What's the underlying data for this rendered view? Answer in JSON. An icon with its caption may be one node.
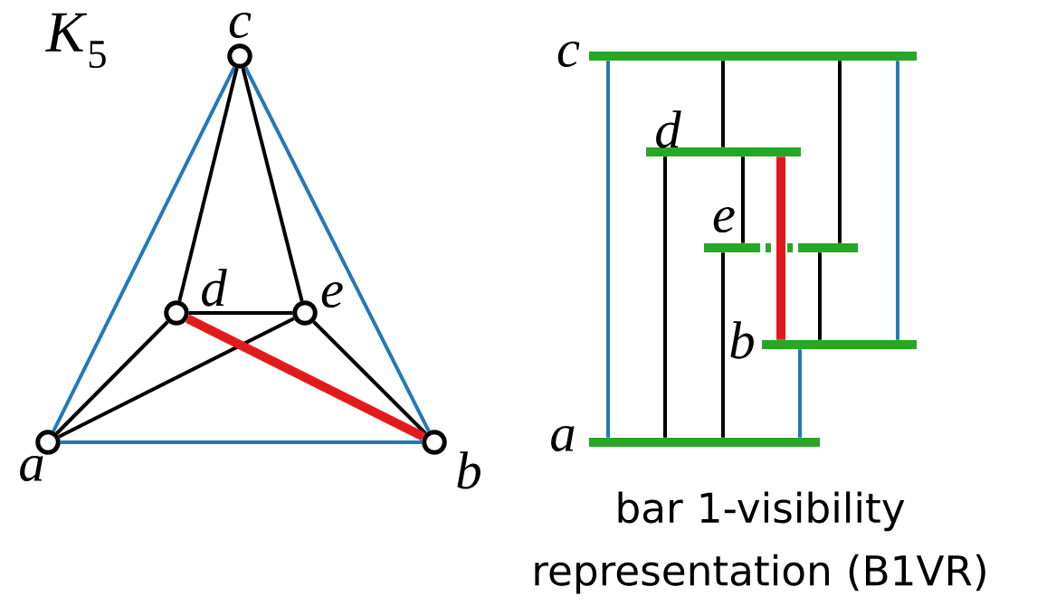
{
  "diagram": {
    "caption": "bar 1-visibility representation (B1VR)",
    "nodes": [
      {
        "text": [],
        "shape": "circle",
        "beside": [
          "a"
        ]
      },
      {
        "text": [],
        "shape": "circle",
        "beside": [
          "b"
        ]
      },
      {
        "text": [],
        "shape": "circle",
        "beside": [
          "c"
        ]
      },
      {
        "text": [],
        "shape": "circle",
        "beside": [
          "d"
        ]
      },
      {
        "text": [],
        "shape": "circle",
        "beside": [
          "e"
        ]
      },
      {
        "text": [],
        "shape": "bar",
        "beside": [
          "c"
        ]
      },
      {
        "text": [],
        "shape": "bar",
        "beside": [
          "d"
        ]
      },
      {
        "text": [],
        "shape": "bar",
        "beside": [
          "e"
        ]
      },
      {
        "text": [],
        "shape": "bar",
        "beside": [
          "b"
        ]
      },
      {
        "text": [],
        "shape": "bar",
        "beside": [
          "a"
        ]
      }
    ],
    "edges": [
      {
        "from": 0,
        "to": 1,
        "arrow": "none",
        "color": "#2479b5"
      },
      {
        "from": 0,
        "to": 2,
        "arrow": "none",
        "color": "#2479b5"
      },
      {
        "from": 1,
        "to": 2,
        "arrow": "none",
        "color": "#2479b5"
      },
      {
        "from": 2,
        "to": 3,
        "arrow": "none"
      },
      {
        "from": 2,
        "to": 4,
        "arrow": "none"
      },
      {
        "from": 3,
        "to": 4,
        "arrow": "none"
      },
      {
        "from": 0,
        "to": 3,
        "arrow": "none"
      },
      {
        "from": 0,
        "to": 4,
        "arrow": "none"
      },
      {
        "from": 1,
        "to": 4,
        "arrow": "none"
      },
      {
        "from": 3,
        "to": 1,
        "arrow": "none",
        "style": "thick",
        "color": "#e31a1c"
      },
      {
        "from": 5,
        "to": 9,
        "arrow": "none",
        "color": "#2479b5"
      },
      {
        "from": 5,
        "to": 6,
        "arrow": "none"
      },
      {
        "from": 5,
        "to": 7,
        "arrow": "none"
      },
      {
        "from": 5,
        "to": 8,
        "arrow": "none",
        "color": "#2479b5"
      },
      {
        "from": 6,
        "to": 9,
        "arrow": "none"
      },
      {
        "from": 6,
        "to": 7,
        "arrow": "none"
      },
      {
        "from": 6,
        "to": 8,
        "arrow": "none",
        "style": "thick",
        "color": "#e31a1c"
      },
      {
        "from": 7,
        "to": 9,
        "arrow": "none"
      },
      {
        "from": 7,
        "to": 8,
        "arrow": "none"
      },
      {
        "from": 8,
        "to": 9,
        "arrow": "none",
        "color": "#2479b5"
      }
    ],
    "labels": [
      "*K*$_{5}$"
    ]
  }
}
